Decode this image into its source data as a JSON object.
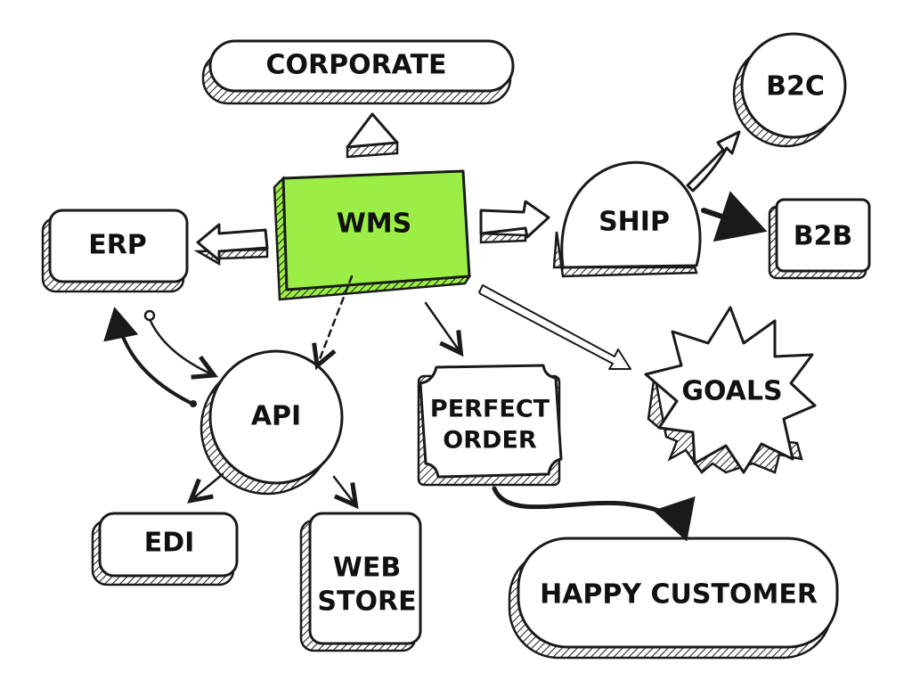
{
  "colors": {
    "accent": "#9bee45",
    "ink": "#1a1a1a",
    "fill": "#ffffff"
  },
  "nodes": {
    "corporate": "CORPORATE",
    "wms": "WMS",
    "erp": "ERP",
    "ship": "SHIP",
    "b2c": "B2C",
    "b2b": "B2B",
    "goals": "GOALS",
    "api": "API",
    "perfect_order_line1": "PERFECT",
    "perfect_order_line2": "ORDER",
    "edi": "EDI",
    "web_store_line1": "WEB",
    "web_store_line2": "STORE",
    "happy_customer": "HAPPY CUSTOMER"
  }
}
